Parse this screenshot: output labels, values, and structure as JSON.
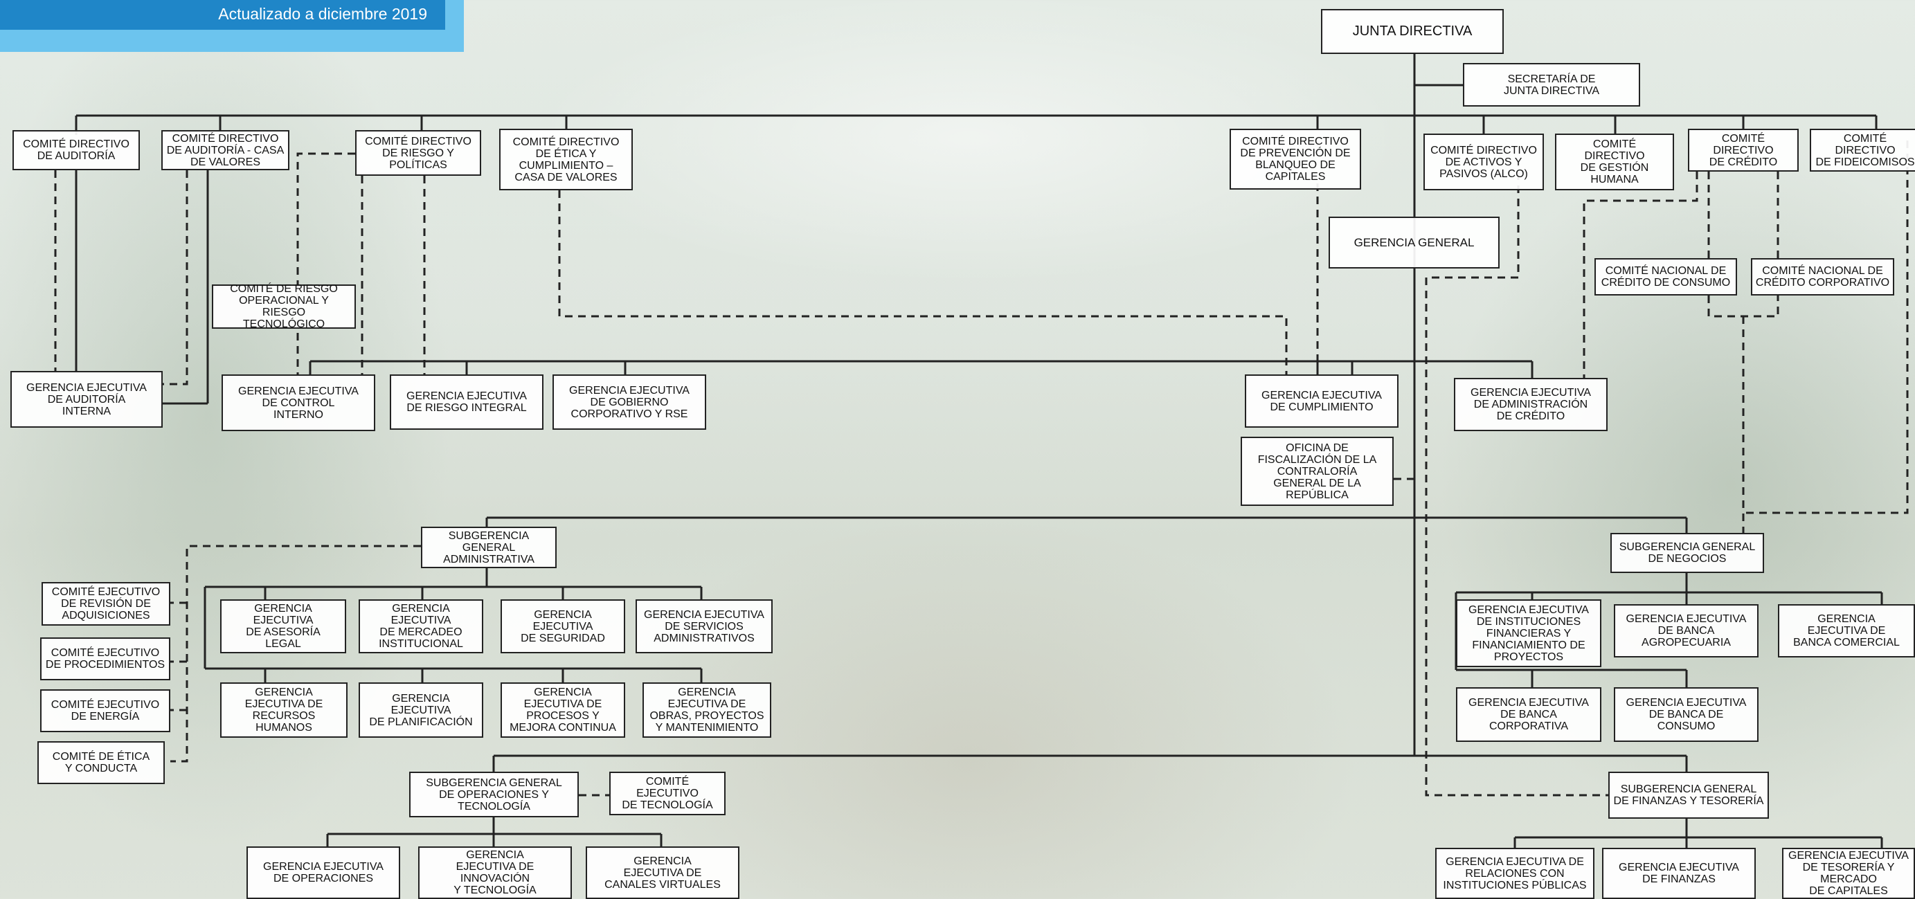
{
  "header": {
    "updated": "Actualizado a diciembre 2019"
  },
  "colors": {
    "banner_dark": "#1f86c8",
    "banner_light": "#6cc4ee",
    "line": "#222222"
  },
  "org": {
    "junta": "JUNTA DIRECTIVA",
    "secretaria": "SECRETARÍA DE\nJUNTA DIRECTIVA",
    "comite_auditoria": "COMITÉ DIRECTIVO\nDE AUDITORÍA",
    "comite_auditoria_casa": "COMITÉ DIRECTIVO\nDE AUDITORÍA - CASA\nDE VALORES",
    "comite_riesgo": "COMITÉ DIRECTIVO\nDE RIESGO Y\nPOLÍTICAS",
    "comite_etica": "COMITÉ  DIRECTIVO\nDE ÉTICA Y\nCUMPLIMIENTO –\nCASA DE VALORES",
    "comite_prevencion": "COMITÉ DIRECTIVO\nDE PREVENCIÓN DE\nBLANQUEO DE\nCAPITALES",
    "comite_alco": "COMITÉ DIRECTIVO\nDE ACTIVOS Y\nPASIVOS (ALCO)",
    "comite_gestion": "COMITÉ\nDIRECTIVO\nDE GESTIÓN\nHUMANA",
    "comite_credito": "COMITÉ\nDIRECTIVO\nDE CRÉDITO",
    "comite_fideicomisos": "COMITÉ DIRECTIVO\nDE FIDEICOMISOS",
    "gerencia_general": "GERENCIA GENERAL",
    "comite_riesgo_operacional": "COMITÉ DE RIESGO\nOPERACIONAL Y RIESGO\nTECNOLÓGICO",
    "comite_credito_consumo": "COMITÉ NACIONAL DE\nCRÉDITO DE CONSUMO",
    "comite_credito_corporativo": "COMITÉ NACIONAL DE\nCRÉDITO CORPORATIVO",
    "ge_auditoria": "GERENCIA EJECUTIVA\nDE AUDITORÍA\nINTERNA",
    "ge_control": "GERENCIA EJECUTIVA\nDE CONTROL\nINTERNO",
    "ge_riesgo": "GERENCIA EJECUTIVA\nDE RIESGO INTEGRAL",
    "ge_gobierno": "GERENCIA EJECUTIVA\nDE GOBIERNO\nCORPORATIVO Y RSE",
    "ge_cumplimiento": "GERENCIA EJECUTIVA\nDE CUMPLIMIENTO",
    "ge_admin_credito": "GERENCIA EJECUTIVA\nDE ADMINISTRACIÓN\nDE CRÉDITO",
    "oficina_fiscalizacion": "OFICINA DE\nFISCALIZACIÓN DE LA\nCONTRALORÍA\nGENERAL DE LA\nREPÚBLICA",
    "sub_admin": "SUBGERENCIA\nGENERAL\nADMINISTRATIVA",
    "sub_negocios": "SUBGERENCIA GENERAL\nDE  NEGOCIOS",
    "ce_adquisiciones": "COMITÉ EJECUTIVO\nDE REVISIÓN DE\nADQUISICIONES",
    "ce_procedimientos": "COMITÉ EJECUTIVO\nDE PROCEDIMIENTOS",
    "ce_energia": "COMITÉ EJECUTIVO\nDE ENERGÍA",
    "ce_etica": "COMITÉ DE ÉTICA\nY CONDUCTA",
    "ge_asesoria": "GERENCIA\nEJECUTIVA\nDE ASESORÍA\nLEGAL",
    "ge_mercadeo": "GERENCIA\nEJECUTIVA\nDE MERCADEO\nINSTITUCIONAL",
    "ge_seguridad": "GERENCIA\nEJECUTIVA\nDE SEGURIDAD",
    "ge_servicios": "GERENCIA EJECUTIVA\nDE SERVICIOS\nADMINISTRATIVOS",
    "ge_rrhh": "GERENCIA\nEJECUTIVA DE\nRECURSOS\nHUMANOS",
    "ge_planificacion": "GERENCIA\nEJECUTIVA\nDE PLANIFICACIÓN",
    "ge_procesos": "GERENCIA\nEJECUTIVA DE\nPROCESOS Y\nMEJORA CONTINUA",
    "ge_obras": "GERENCIA\nEJECUTIVA DE\nOBRAS, PROYECTOS\nY MANTENIMIENTO",
    "ge_instituciones": "GERENCIA EJECUTIVA\nDE INSTITUCIONES\nFINANCIERAS Y\nFINANCIAMIENTO DE\nPROYECTOS",
    "ge_agropecuaria": "GERENCIA EJECUTIVA\nDE BANCA\nAGROPECUARIA",
    "ge_comercial": "GERENCIA\nEJECUTIVA DE\nBANCA COMERCIAL",
    "ge_corporativa": "GERENCIA EJECUTIVA\nDE BANCA\nCORPORATIVA",
    "ge_consumo": "GERENCIA EJECUTIVA\nDE BANCA DE\nCONSUMO",
    "sub_operaciones": "SUBGERENCIA GENERAL\nDE OPERACIONES Y\nTECNOLOGÍA",
    "ce_tecnologia": "COMITÉ EJECUTIVO\nDE TECNOLOGÍA",
    "sub_finanzas": "SUBGERENCIA GENERAL\nDE FINANZAS Y TESORERÍA",
    "ge_operaciones": "GERENCIA EJECUTIVA\nDE OPERACIONES",
    "ge_innovacion": "GERENCIA\nEJECUTIVA DE\nINNOVACIÓN\nY TECNOLOGÍA",
    "ge_canales": "GERENCIA\nEJECUTIVA DE\nCANALES VIRTUALES",
    "ge_relaciones": "GERENCIA EJECUTIVA DE\nRELACIONES CON\nINSTITUCIONES PÚBLICAS",
    "ge_finanzas": "GERENCIA EJECUTIVA\nDE FINANZAS",
    "ge_tesoreria": "GERENCIA EJECUTIVA\nDE TESORERÍA Y\nMERCADO\nDE CAPITALES"
  }
}
